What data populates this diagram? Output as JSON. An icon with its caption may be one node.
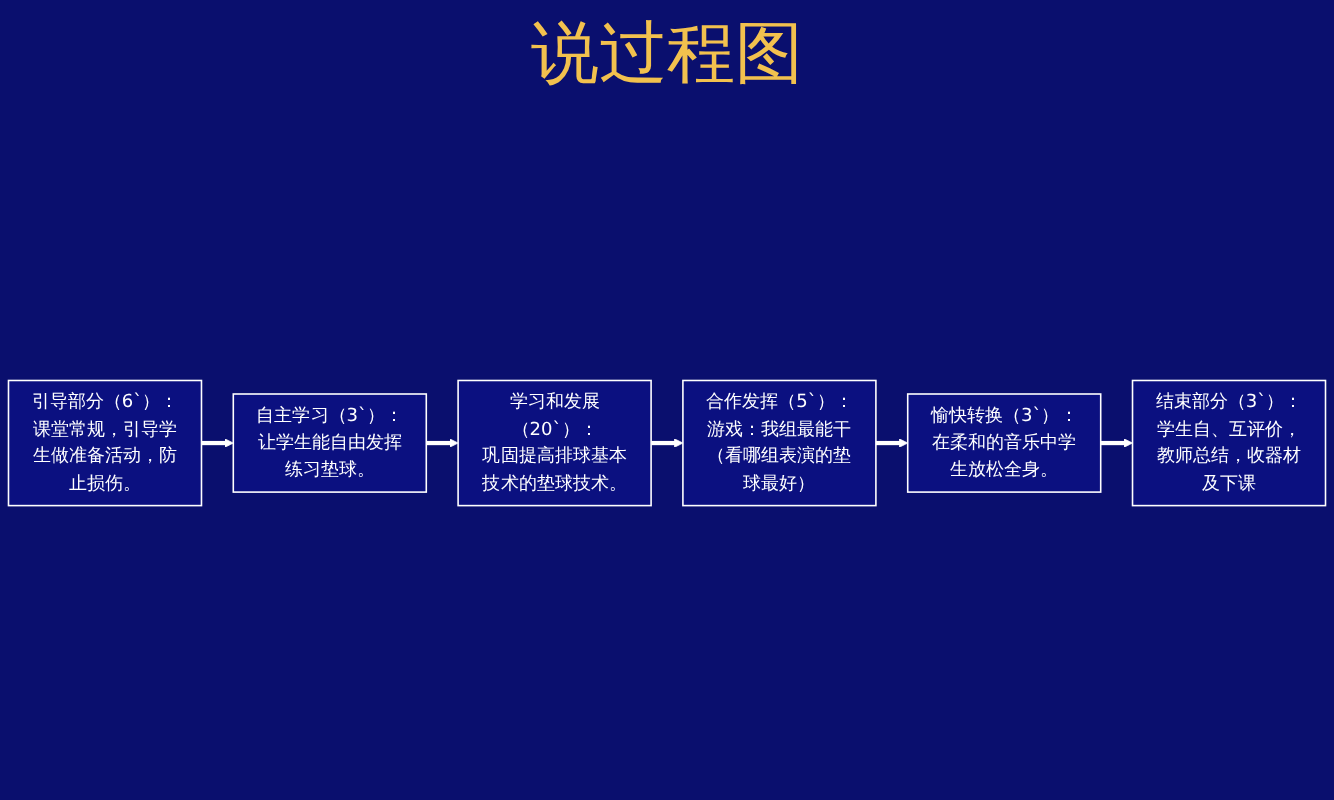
{
  "diagram": {
    "title": "说过程图",
    "nodes": [
      {
        "text": [
          "引导部分（6`）：",
          "课堂常规，引导学生做准备活动，防止损伤。"
        ]
      },
      {
        "text": [
          "自主学习（3`）：",
          "让学生能自由发挥练习垫球。"
        ]
      },
      {
        "text": [
          "学习和发展（20`）：",
          "巩固提高排球基本技术的垫球技术。"
        ]
      },
      {
        "text": [
          "合作发挥（5`）：",
          "游戏：我组最能干（看哪组表演的垫球最好）"
        ]
      },
      {
        "text": [
          "愉快转换（3`）：",
          "在柔和的音乐中学生放松全身。"
        ]
      },
      {
        "text": [
          "结束部分（3`）：",
          "学生自、互评价，教师总结，收器材及下课"
        ]
      }
    ],
    "edges": [
      {
        "from": 0,
        "to": 1,
        "arrow": "to"
      },
      {
        "from": 1,
        "to": 2,
        "arrow": "to"
      },
      {
        "from": 2,
        "to": 3,
        "arrow": "to"
      },
      {
        "from": 3,
        "to": 4,
        "arrow": "to"
      },
      {
        "from": 4,
        "to": 5,
        "arrow": "to"
      }
    ]
  }
}
